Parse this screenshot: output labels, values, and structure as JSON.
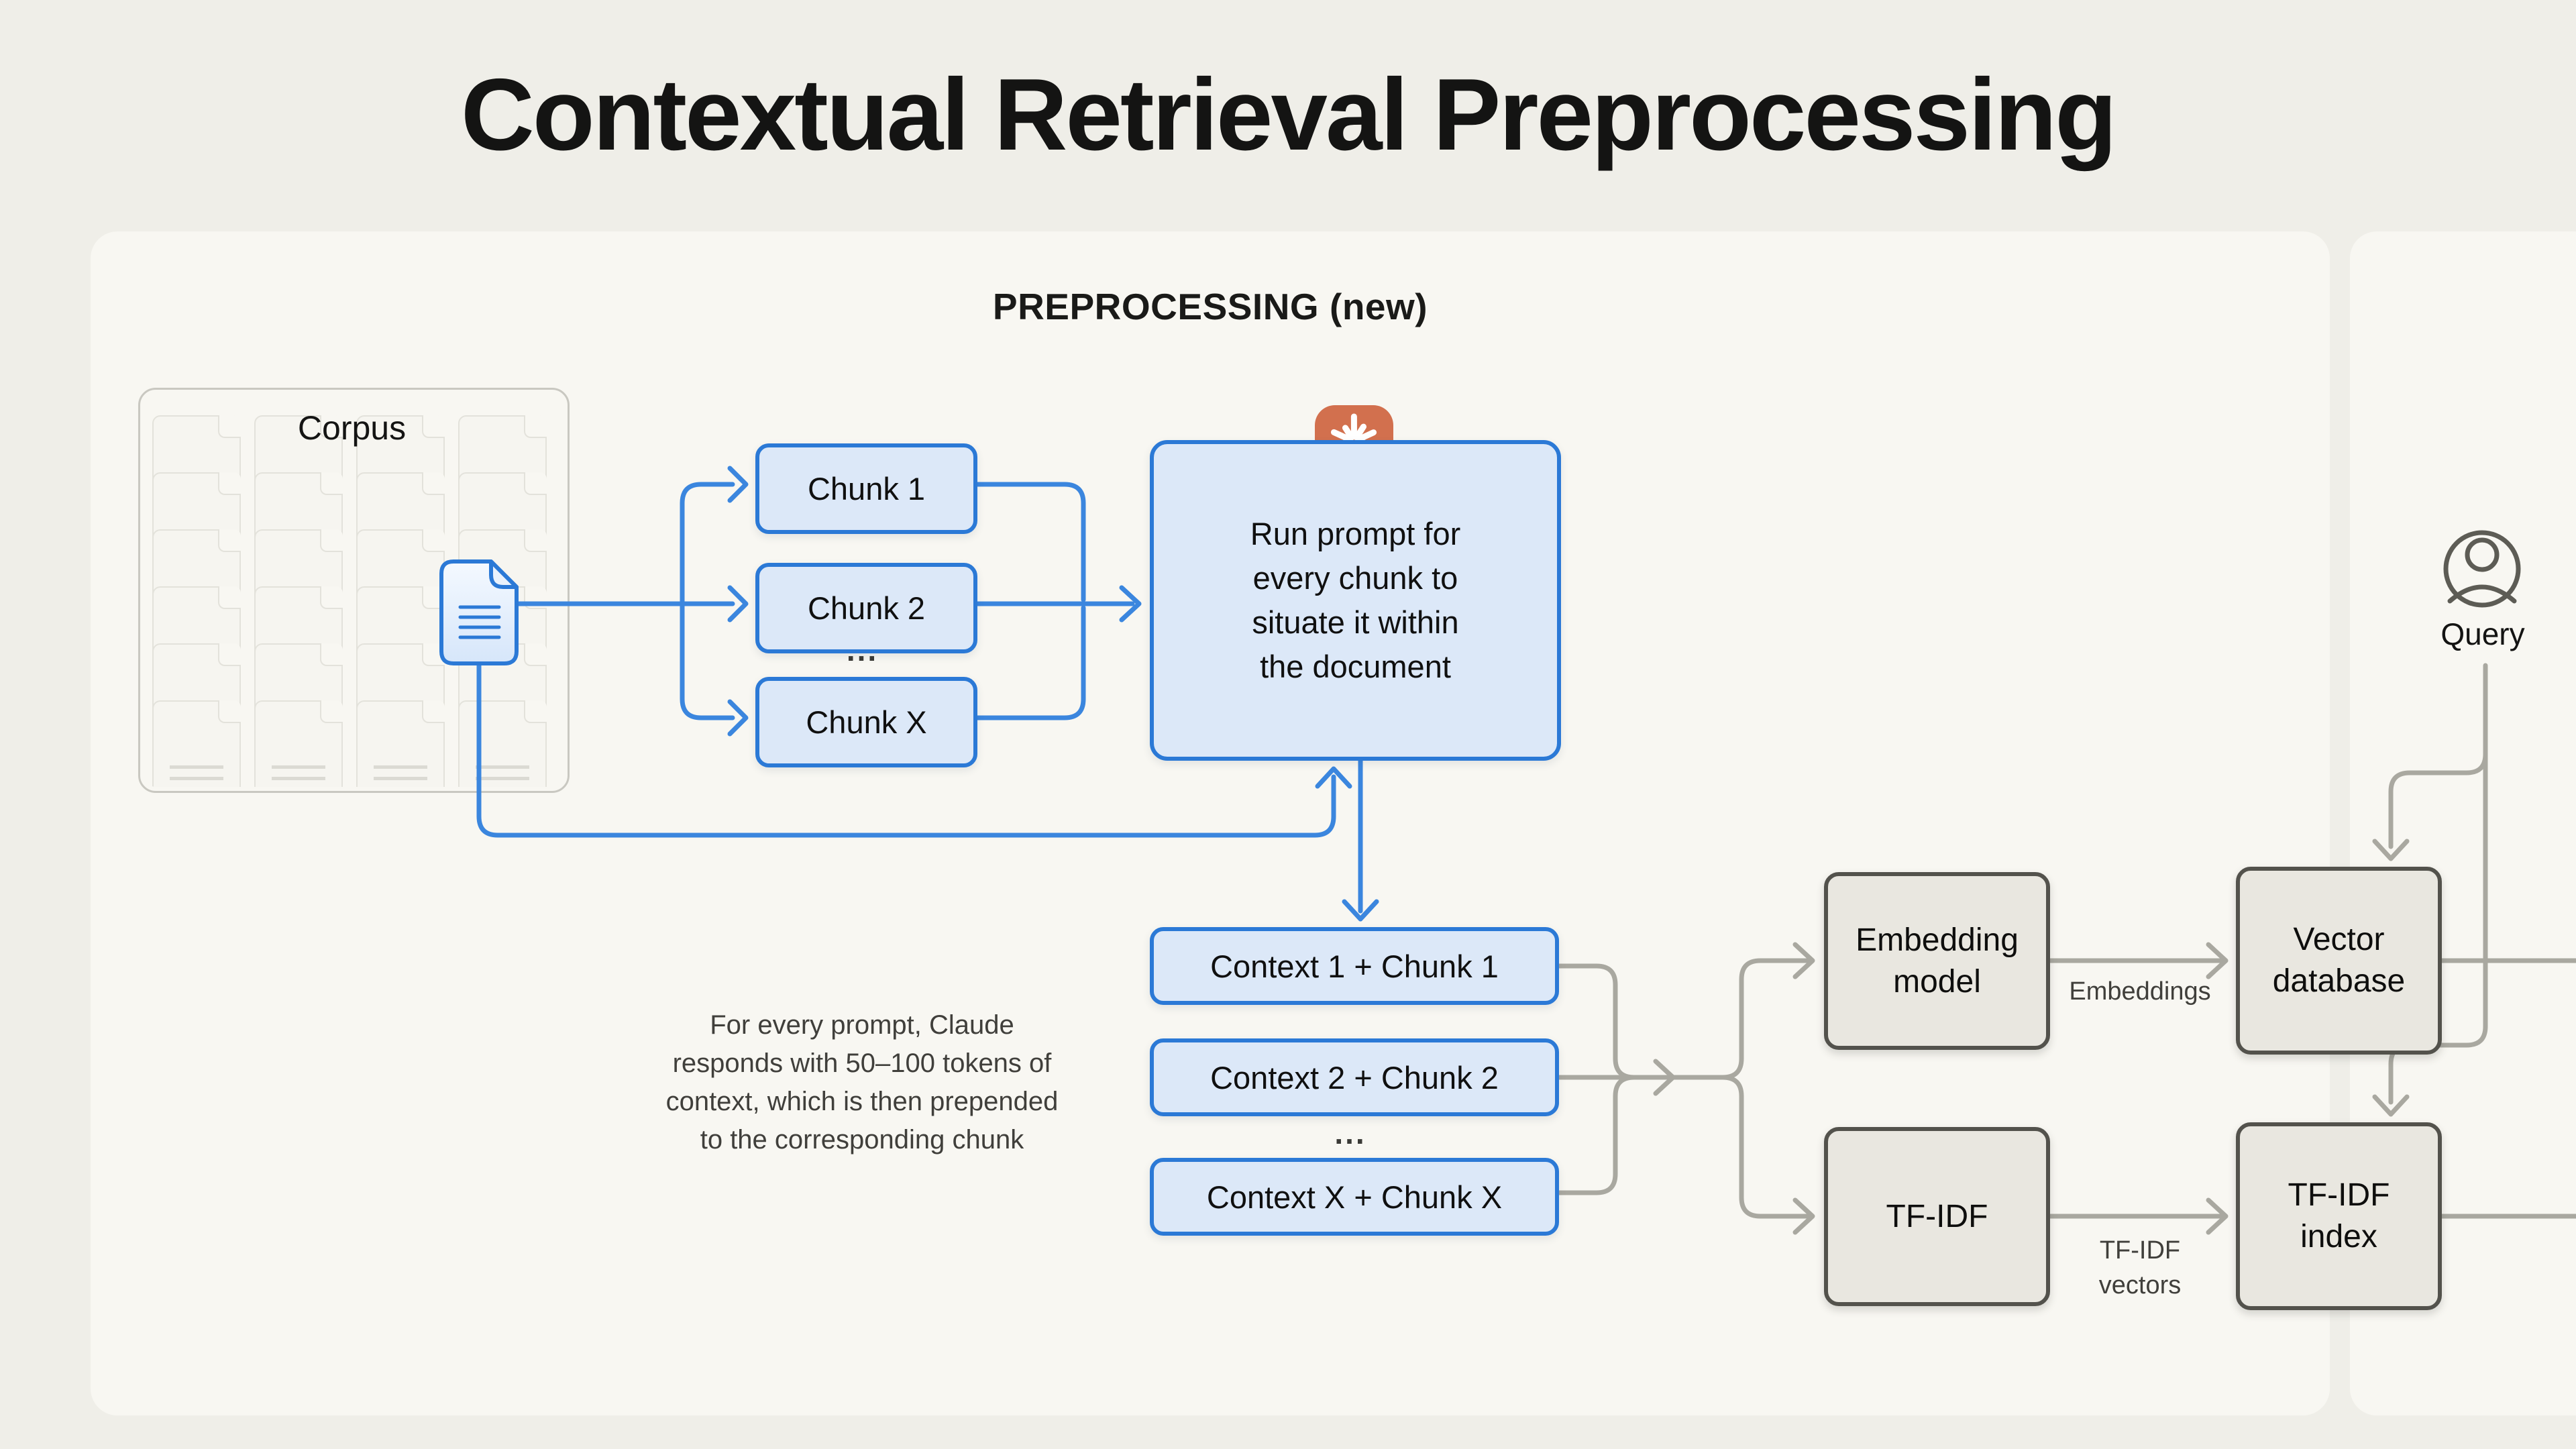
{
  "title": "Contextual Retrieval Preprocessing",
  "colors": {
    "bg": "#EFEEE8",
    "panel": "#F8F7F2",
    "blue": "#2B79D6",
    "blue-line": "#3B86DE",
    "blue-fill": "#DCE8F8",
    "gray-line": "#A9A8A0",
    "dark-border": "#53524C",
    "dark-fill": "#E9E7E0",
    "coral": "#D2704E",
    "ink": "#141413",
    "muted": "#403F3B"
  },
  "preprocessing_panel": {
    "heading": "PREPROCESSING (new)",
    "corpus": {
      "label": "Corpus",
      "document_icon": "document-icon"
    },
    "chunks": {
      "chunk1": "Chunk 1",
      "chunk2": "Chunk 2",
      "ellipsis": "...",
      "chunkx": "Chunk X"
    },
    "prompt_box": {
      "icon": "claude-spark-icon",
      "lines": [
        "Run prompt for",
        "every chunk to",
        "situate it within",
        "the document"
      ]
    },
    "note_lines": [
      "For every prompt, Claude",
      "responds with 50–100 tokens of",
      "context, which is then prepended",
      "to the corresponding chunk"
    ],
    "context_chunks": {
      "row1": "Context 1 + Chunk 1",
      "row2": "Context 2 + Chunk 2",
      "ellipsis": "...",
      "rowx": "Context X + Chunk X"
    },
    "embedding_model": {
      "lines": [
        "Embedding",
        "model"
      ]
    },
    "tfidf": {
      "label": "TF-IDF"
    },
    "embeddings_arrow_label": "Embeddings",
    "tfidf_vectors_arrow_label": {
      "lines": [
        "TF-IDF",
        "vectors"
      ]
    }
  },
  "shared_boxes": {
    "vector_database": {
      "lines": [
        "Vector",
        "database"
      ]
    },
    "tfidf_index": {
      "lines": [
        "TF-IDF",
        "index"
      ]
    }
  },
  "runtime_panel": {
    "query": {
      "icon": "user-circle-icon",
      "label": "Query"
    }
  }
}
